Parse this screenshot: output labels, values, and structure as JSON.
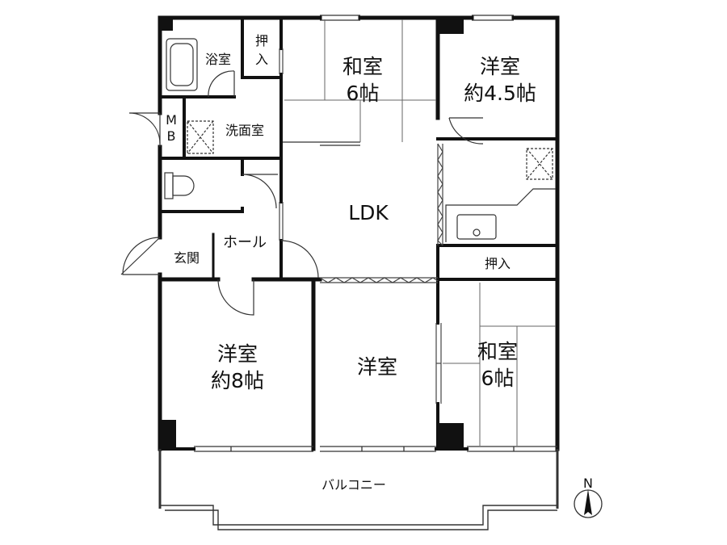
{
  "floorplan": {
    "colors": {
      "wall": "#111111",
      "background": "#ffffff",
      "thin": "#555555"
    },
    "rooms": {
      "bath": "浴室",
      "closet_top_1": "押",
      "closet_top_2": "入",
      "washitsu_top": "和室",
      "washitsu_top_size": "6帖",
      "yoshitsu_ne": "洋室",
      "yoshitsu_ne_size": "約4.5帖",
      "mb_1": "M",
      "mb_2": "B",
      "washroom": "洗面室",
      "ldk": "LDK",
      "hall": "ホール",
      "entrance": "玄関",
      "closet_right": "押入",
      "yoshitsu_sw": "洋室",
      "yoshitsu_sw_size": "約8帖",
      "yoshitsu_center": "洋室",
      "washitsu_se": "和室",
      "washitsu_se_size": "6帖",
      "balcony": "バルコニー"
    },
    "compass": {
      "label": "N",
      "icon": "north-arrow-icon"
    }
  }
}
